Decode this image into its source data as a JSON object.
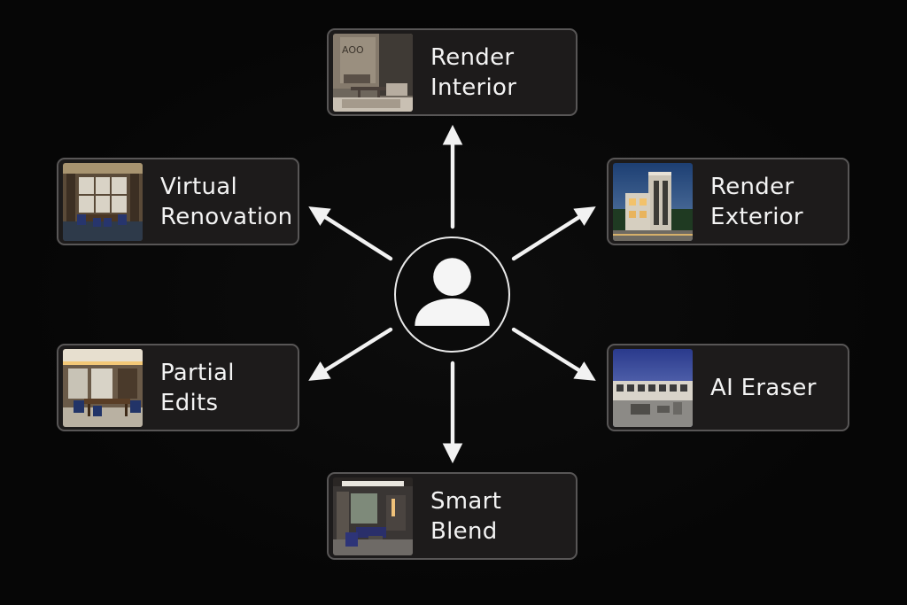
{
  "diagram": {
    "center": {
      "icon": "user-icon"
    },
    "nodes": [
      {
        "id": "render-interior",
        "label": "Render\nInterior",
        "thumbnail": "interior-lounge-photo"
      },
      {
        "id": "virtual-renovation",
        "label": "Virtual\nRenovation",
        "thumbnail": "meeting-room-photo"
      },
      {
        "id": "render-exterior",
        "label": "Render\nExterior",
        "thumbnail": "building-exterior-photo"
      },
      {
        "id": "partial-edits",
        "label": "Partial\nEdits",
        "thumbnail": "dining-room-photo"
      },
      {
        "id": "ai-eraser",
        "label": "AI Eraser",
        "thumbnail": "patio-dusk-photo"
      },
      {
        "id": "smart-blend",
        "label": "Smart\nBlend",
        "thumbnail": "living-room-photo"
      }
    ],
    "edges": [
      {
        "from": "center",
        "to": "render-interior"
      },
      {
        "from": "center",
        "to": "virtual-renovation"
      },
      {
        "from": "center",
        "to": "render-exterior"
      },
      {
        "from": "center",
        "to": "partial-edits"
      },
      {
        "from": "center",
        "to": "ai-eraser"
      },
      {
        "from": "center",
        "to": "smart-blend"
      }
    ]
  },
  "colors": {
    "background": "#060606",
    "card": "#1d1b1b",
    "card_border": "#585656",
    "arrow": "#f2f2f2",
    "text": "#f3f3f3"
  }
}
